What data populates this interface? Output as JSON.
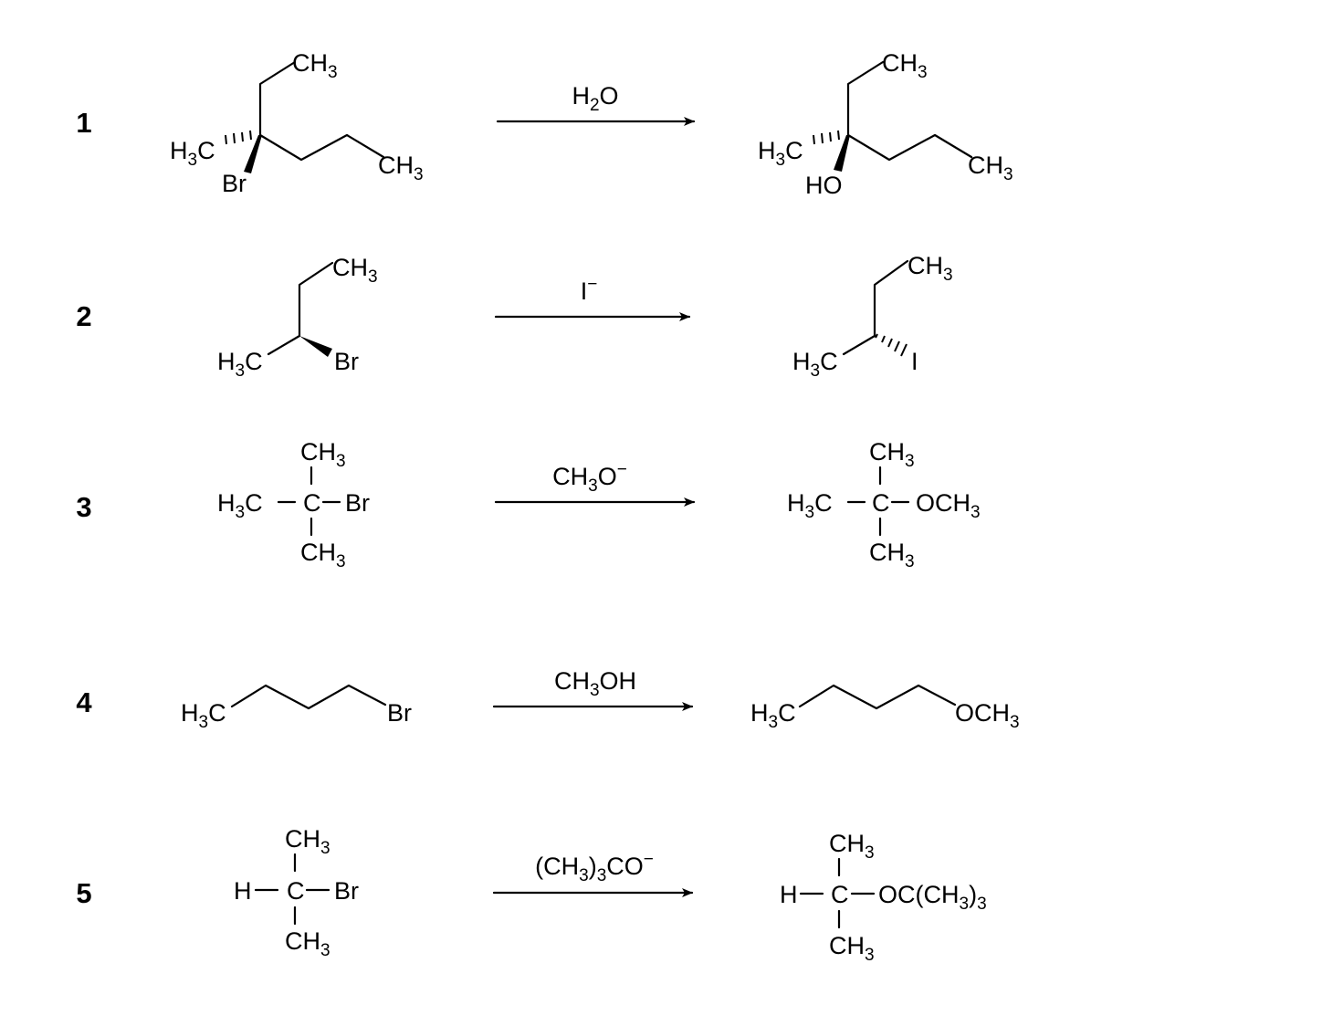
{
  "reactions": [
    {
      "number": "1",
      "reagent": [
        "H",
        {
          "sub": "2"
        },
        "O"
      ],
      "substrate_labels": {
        "top_methyl": [
          "CH",
          {
            "sub": "3"
          }
        ],
        "left_methyl": [
          "H",
          {
            "sub": "3"
          },
          "C"
        ],
        "leaving_group": [
          "Br"
        ],
        "right_methyl": [
          "CH",
          {
            "sub": "3"
          }
        ]
      },
      "product_labels": {
        "top_methyl": [
          "CH",
          {
            "sub": "3"
          }
        ],
        "left_methyl": [
          "H",
          {
            "sub": "3"
          },
          "C"
        ],
        "nucleophile": [
          "HO"
        ],
        "right_methyl": [
          "CH",
          {
            "sub": "3"
          }
        ]
      }
    },
    {
      "number": "2",
      "reagent": [
        "I",
        {
          "sup": "−"
        }
      ],
      "substrate_labels": {
        "top_methyl": [
          "CH",
          {
            "sub": "3"
          }
        ],
        "left_methyl": [
          "H",
          {
            "sub": "3"
          },
          "C"
        ],
        "leaving_group": [
          "Br"
        ]
      },
      "product_labels": {
        "top_methyl": [
          "CH",
          {
            "sub": "3"
          }
        ],
        "left_methyl": [
          "H",
          {
            "sub": "3"
          },
          "C"
        ],
        "nucleophile": [
          "I"
        ]
      }
    },
    {
      "number": "3",
      "reagent": [
        "CH",
        {
          "sub": "3"
        },
        "O",
        {
          "sup": "−"
        }
      ],
      "substrate_labels": {
        "top": [
          "CH",
          {
            "sub": "3"
          }
        ],
        "left": [
          "H",
          {
            "sub": "3"
          },
          "C"
        ],
        "center": [
          "C"
        ],
        "right": [
          "Br"
        ],
        "bottom": [
          "CH",
          {
            "sub": "3"
          }
        ]
      },
      "product_labels": {
        "top": [
          "CH",
          {
            "sub": "3"
          }
        ],
        "left": [
          "H",
          {
            "sub": "3"
          },
          "C"
        ],
        "center": [
          "C"
        ],
        "right": [
          "OCH",
          {
            "sub": "3"
          }
        ],
        "bottom": [
          "CH",
          {
            "sub": "3"
          }
        ]
      }
    },
    {
      "number": "4",
      "reagent": [
        "CH",
        {
          "sub": "3"
        },
        "OH"
      ],
      "substrate_labels": {
        "left_methyl": [
          "H",
          {
            "sub": "3"
          },
          "C"
        ],
        "leaving_group": [
          "Br"
        ]
      },
      "product_labels": {
        "left_methyl": [
          "H",
          {
            "sub": "3"
          },
          "C"
        ],
        "nucleophile": [
          "OCH",
          {
            "sub": "3"
          }
        ]
      }
    },
    {
      "number": "5",
      "reagent": [
        "(CH",
        {
          "sub": "3"
        },
        ")",
        {
          "sub": "3"
        },
        "CO",
        {
          "sup": "−"
        }
      ],
      "substrate_labels": {
        "top": [
          "CH",
          {
            "sub": "3"
          }
        ],
        "left": [
          "H"
        ],
        "center": [
          "C"
        ],
        "right": [
          "Br"
        ],
        "bottom": [
          "CH",
          {
            "sub": "3"
          }
        ]
      },
      "product_labels": {
        "top": [
          "CH",
          {
            "sub": "3"
          }
        ],
        "left": [
          "H"
        ],
        "center": [
          "C"
        ],
        "right": [
          "OC(CH",
          {
            "sub": "3"
          },
          ")",
          {
            "sub": "3"
          }
        ],
        "bottom": [
          "CH",
          {
            "sub": "3"
          }
        ]
      }
    }
  ]
}
